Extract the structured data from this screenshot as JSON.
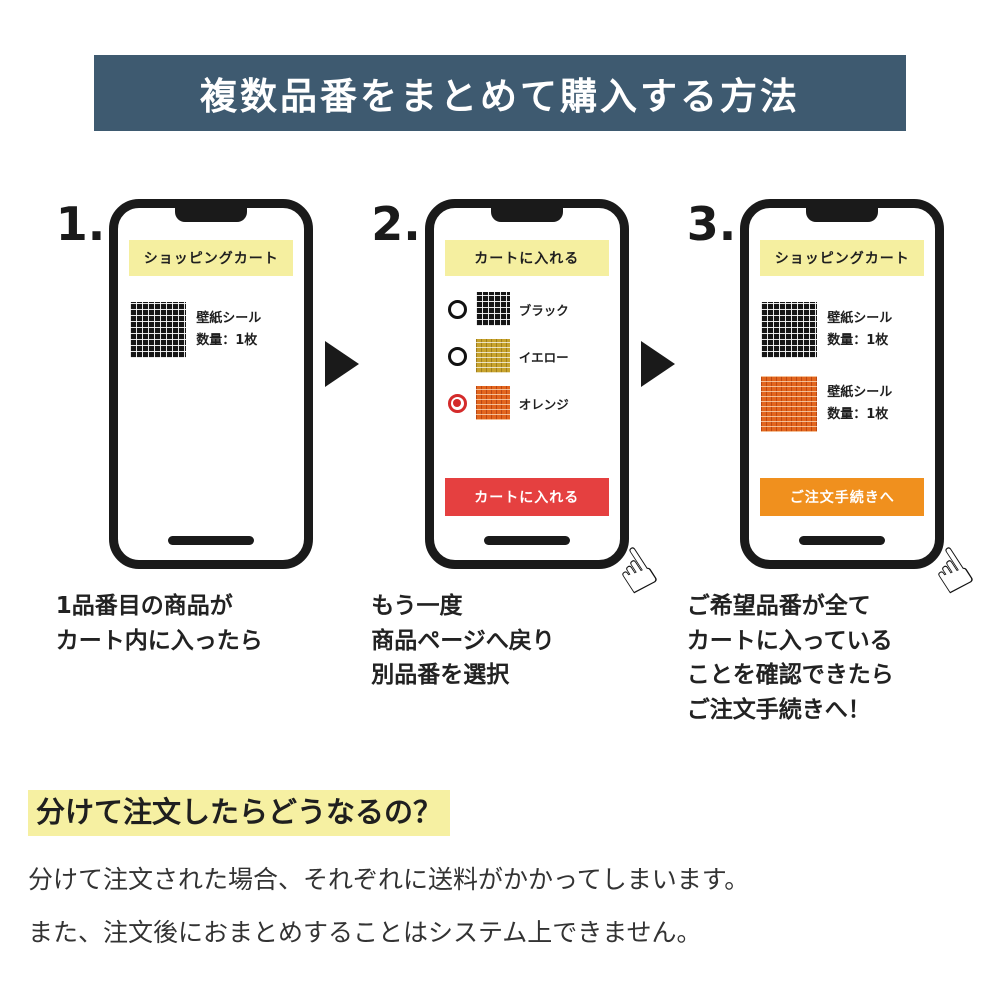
{
  "header": {
    "title": "複数品番をまとめて購入する方法"
  },
  "colors": {
    "header_bg": "#3e5a70",
    "banner_yellow": "#f5efa0",
    "button_red": "#e54040",
    "button_orange": "#f0901e",
    "highlight_yellow": "#f6f0a2",
    "radio_selected_red": "#d42b2b"
  },
  "steps": [
    {
      "number": "1.",
      "banner": "ショッピングカート",
      "items": [
        {
          "swatch": "black-grid-swatch",
          "name": "壁紙シール",
          "qty": "数量：1枚"
        }
      ],
      "caption": "1品番目の商品が\nカート内に入ったら"
    },
    {
      "number": "2.",
      "banner": "カートに入れる",
      "options": [
        {
          "label": "ブラック",
          "swatch": "black-grid-swatch",
          "selected": false
        },
        {
          "label": "イエロー",
          "swatch": "yellow-grid-swatch",
          "selected": false
        },
        {
          "label": "オレンジ",
          "swatch": "orange-grid-swatch",
          "selected": true
        }
      ],
      "button": "カートに入れる",
      "caption": "もう一度\n商品ページへ戻り\n別品番を選択"
    },
    {
      "number": "3.",
      "banner": "ショッピングカート",
      "items": [
        {
          "swatch": "black-grid-swatch",
          "name": "壁紙シール",
          "qty": "数量：1枚"
        },
        {
          "swatch": "orange-grid-swatch",
          "name": "壁紙シール",
          "qty": "数量：1枚"
        }
      ],
      "button": "ご注文手続きへ",
      "caption": "ご希望品番が全て\nカートに入っている\nことを確認できたら\nご注文手続きへ！"
    }
  ],
  "faq": {
    "heading": "分けて注文したらどうなるの？",
    "line1": "分けて注文された場合、それぞれに送料がかかってしまいます。",
    "line2": "また、注文後におまとめすることはシステム上できません。"
  }
}
